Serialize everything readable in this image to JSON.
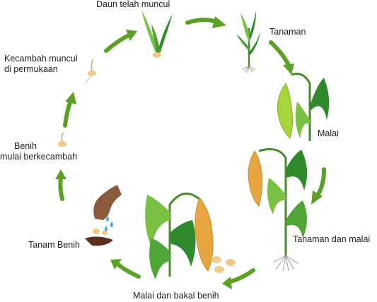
{
  "title": "",
  "stages": [
    {
      "id": "leaves",
      "label": "Daun telah muncul"
    },
    {
      "id": "plant",
      "label": "Tanaman"
    },
    {
      "id": "panicle",
      "label": "Malai"
    },
    {
      "id": "plant-panicle",
      "label": "Tanaman dan malai"
    },
    {
      "id": "panicle-seed",
      "label": "Malai dan bakal benih"
    },
    {
      "id": "planting",
      "label": "Tanam Benih"
    },
    {
      "id": "germinating",
      "label_line1": "Benih",
      "label_line2": "mulai berkecambah"
    },
    {
      "id": "sprout",
      "label_line1": "Kecambah muncul",
      "label_line2": "di permukaan"
    }
  ],
  "colors": {
    "arrow": "#5aa125",
    "leaf_dark": "#2f8a2c",
    "leaf_light": "#78c142",
    "panicle_green": "#a6d63a",
    "panicle_orange": "#e8a640",
    "seed": "#eec98a",
    "soil": "#5a2e1c",
    "hand": "#8a5a3c",
    "water": "#49a6e0",
    "root": "#9a9a9a"
  },
  "icons": [
    "cycle-arrow-icon",
    "seed-icon",
    "water-drop-icon",
    "hand-icon",
    "leaf-icon",
    "root-icon",
    "panicle-icon"
  ]
}
